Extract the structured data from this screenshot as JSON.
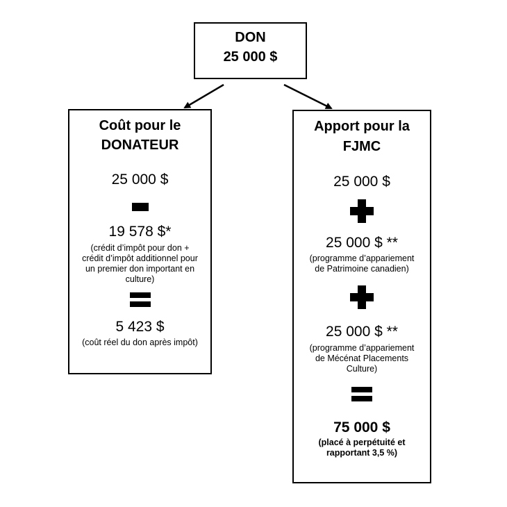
{
  "don": {
    "title": "DON",
    "amount": "25 000 $"
  },
  "donor": {
    "title_line1": "Coût pour le",
    "title_line2": "DONATEUR",
    "amount1": "25 000 $",
    "operator1": "minus",
    "amount2": "19 578 $*",
    "note2": [
      "(crédit d’impôt pour don +",
      "crédit d’impôt additionnel pour",
      "un premier don important en",
      "culture)"
    ],
    "operator2": "equals",
    "result": "5 423 $",
    "result_note": "(coût réel du don après impôt)"
  },
  "fjmc": {
    "title_line1": "Apport pour la",
    "title_line2": "FJMC",
    "amount1": "25 000 $",
    "operator1": "plus",
    "amount2": "25 000 $ **",
    "note2": [
      "(programme d’appariement",
      "de Patrimoine canadien)"
    ],
    "operator2": "plus",
    "amount3": "25 000 $ **",
    "note3": [
      "(programme d’appariement",
      "de Mécénat Placements",
      "Culture)"
    ],
    "operator3": "equals",
    "result": "75 000 $",
    "result_note": [
      "(placé à perpétuité et",
      "rapportant 3,5 %)"
    ]
  }
}
